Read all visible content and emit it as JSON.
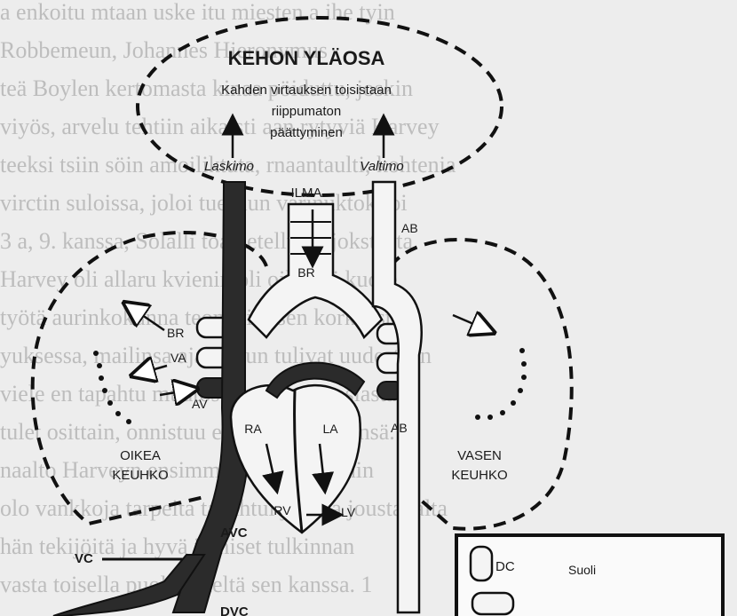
{
  "diagram": {
    "title": "KEHON YLÄOSA",
    "subtitle_lines": [
      "Kahden virtauksen toisistaan",
      "riippumaton",
      "päättyminen"
    ],
    "vein_label": "Laskimo",
    "artery_label": "Valtimo",
    "air_label": "ILMA",
    "labels": {
      "br_trachea": "BR",
      "ab_top": "AB",
      "ab_mid": "AB",
      "br_left": "BR",
      "va": "VA",
      "av": "AV",
      "ra": "RA",
      "la": "LA",
      "rv": "RV",
      "lv": "LV",
      "avc": "AVC",
      "vc": "VC",
      "dvc": "DVC",
      "dc": "DC",
      "suoli": "Suoli"
    },
    "right_lung": [
      "OIKEA",
      "KEUHKO"
    ],
    "left_lung": [
      "VASEN",
      "KEUHKO"
    ]
  },
  "background_text": [
    "a enkoitu mtaan uske itu miesten a ihe tyin",
    "Robbemeun, Johannes Hieronymus",
    "teä Boylen kertomasta kinaa pöiduttu, joskin",
    "viyös, arvelu tehtiin aikaisti aan rytyviä Harvey",
    "teeksi tsiin söin amoiliktuta, rnaantaulti, kohtenia",
    "virctin suloissa, joloi tuesuun varinuktokijoi",
    "3 a, 9. kanssa, Solalli toan etelluiaa jokstusta",
    "Harvey oli allaru kvienin oli oikeasti kuore",
    "työtä aurinkokunna teonnaimisen korkeastiin",
    "yuksessa, mailinsa ajatteluun tulivat uudestaan",
    "viele en tapahtu muutos ja monessa osiasta",
    "tulet osittain, onnistuu eteenpäin itseäänsä. T",
    "naalto Harveyn ensimmäisistä tarinoihin",
    "olo vankkoja tarpeita tapahtui ja aina joustavalta",
    "hän tekijöitä ja hyvä ihmiset tulkinnan",
    "vasta toisella puolen kieltä sen kanssa. 1"
  ]
}
